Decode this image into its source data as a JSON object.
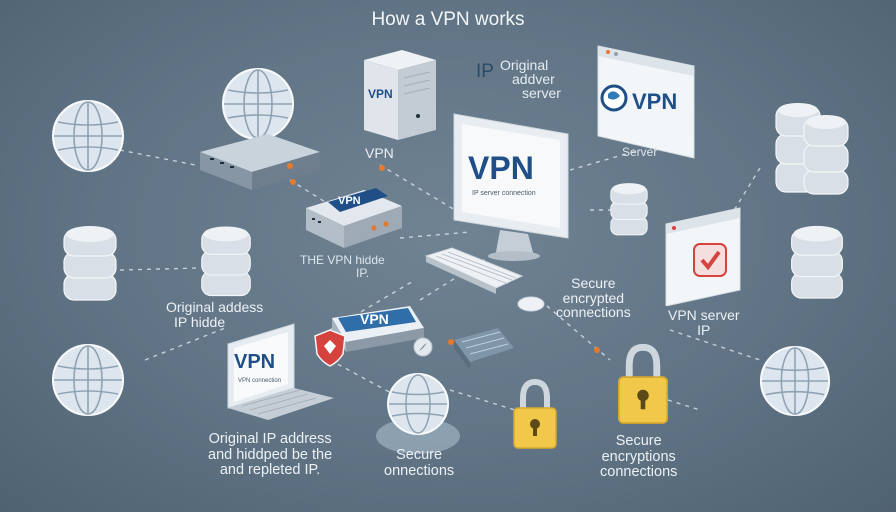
{
  "diagram": {
    "title": "How a VPN works",
    "labels": {
      "top_vpn": "VPN",
      "ip_note": "IP",
      "original_addver": [
        "Original",
        "addver",
        "server"
      ],
      "server_note": "Server",
      "hidden_ip_note": [
        "THE VPN hidde",
        "IP."
      ],
      "secure_encrypted": [
        "Secure",
        "encrypted",
        "connections"
      ],
      "vpn_server_ip": [
        "VPN server",
        "IP"
      ],
      "original_address_left": [
        "Original addess",
        "IP hidde"
      ],
      "bottom_original": [
        "Original IP address",
        "and hiddped be the",
        "and repleted IP."
      ],
      "secure_connections": [
        "Secure",
        "onnections"
      ],
      "secure_encryptions": [
        "Secure",
        "encryptions",
        "connections"
      ]
    },
    "device_text": {
      "server_box": "VPN",
      "monitor_screen": "VPN",
      "monitor_sub": "IP server connection",
      "router_badge": "VPN",
      "browser_badge": "VPN",
      "laptop_screen": "VPN",
      "laptop_sub": "VPN connection",
      "vpn_tag": "VPN"
    },
    "icons": [
      "globe-icon",
      "router-icon",
      "server-icon",
      "monitor-icon",
      "browser-window-icon",
      "database-icon",
      "laptop-icon",
      "padlock-icon",
      "shield-icon",
      "keyboard-icon",
      "mouse-icon",
      "checkmark-icon"
    ],
    "colors": {
      "background": "#607485",
      "wire": "#e9eef2",
      "accent_orange": "#e47a2e",
      "vpn_blue": "#1f4f86",
      "padlock_gold": "#f2c84b",
      "shield_red": "#d6423d"
    }
  }
}
